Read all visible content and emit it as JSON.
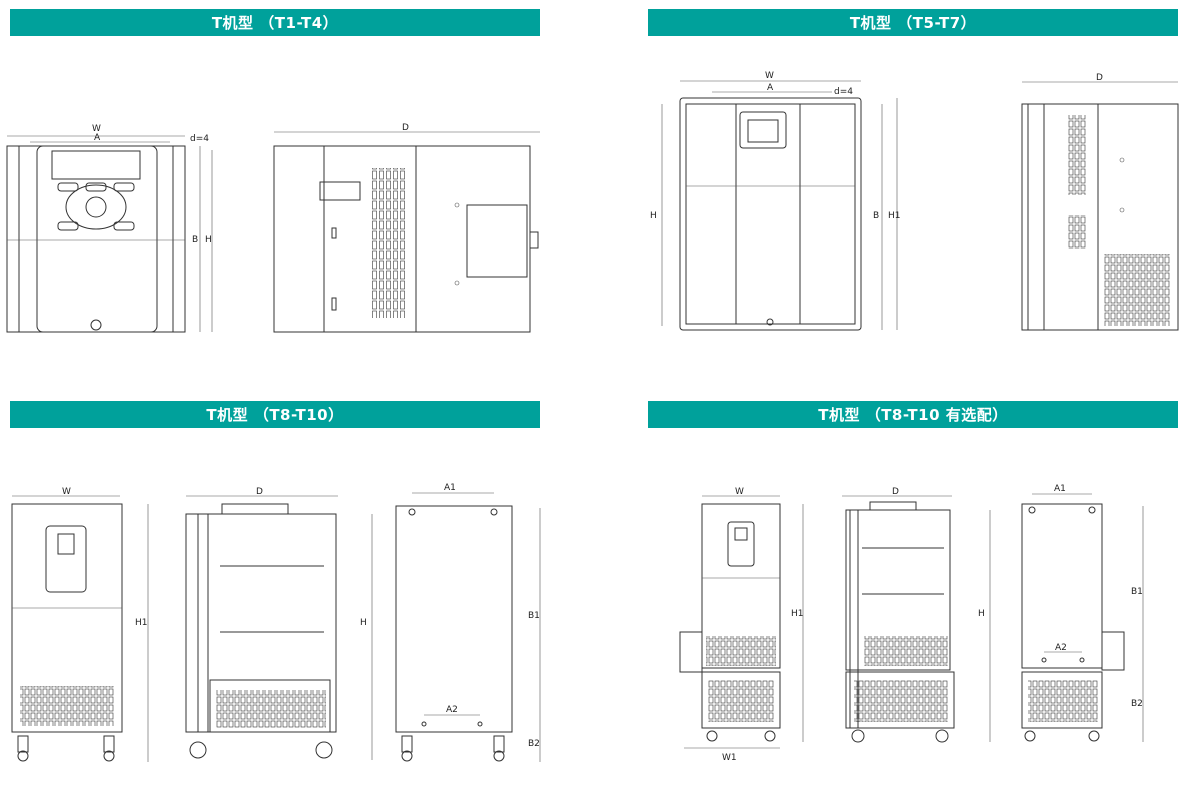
{
  "headers": {
    "t1_t4": "T机型 （T1-T4）",
    "t5_t7": "T机型 （T5-T7）",
    "t8_t10": "T机型 （T8-T10）",
    "t8_t10_opt": "T机型 （T8-T10 有选配）"
  },
  "dims": {
    "w": "W",
    "a": "A",
    "d": "D",
    "b": "B",
    "h": "H",
    "h1": "H1",
    "d4": "d=4",
    "a1": "A1",
    "a2": "A2",
    "b1": "B1",
    "b2": "B2",
    "w1": "W1"
  },
  "colors": {
    "header_bg": "#00a19b",
    "header_text": "#ffffff"
  }
}
